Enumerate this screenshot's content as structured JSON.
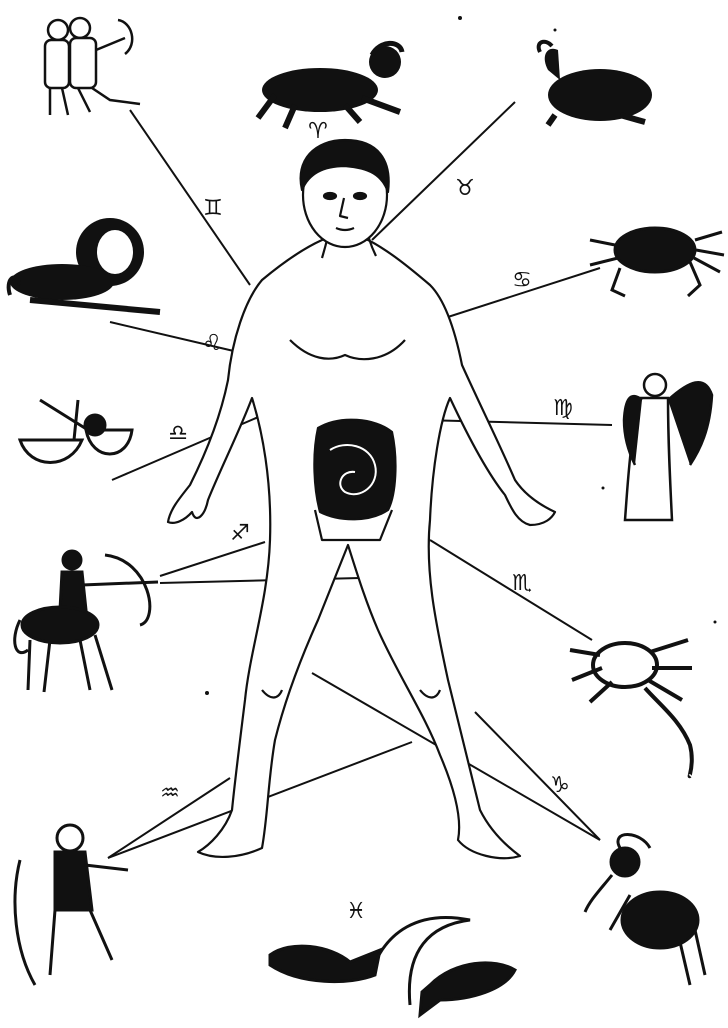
{
  "illustration": {
    "subject": "zodiac-man",
    "ink_color": "#111111",
    "paper_color": "#ffffff",
    "figures": [
      {
        "sign": "aries",
        "icon": "ram-icon",
        "glyph": "♈"
      },
      {
        "sign": "taurus",
        "icon": "bull-icon",
        "glyph": "♉"
      },
      {
        "sign": "gemini",
        "icon": "twins-icon",
        "glyph": "♊"
      },
      {
        "sign": "cancer",
        "icon": "crab-icon",
        "glyph": "♋"
      },
      {
        "sign": "leo",
        "icon": "lion-icon",
        "glyph": "♌"
      },
      {
        "sign": "virgo",
        "icon": "maiden-icon",
        "glyph": "♍"
      },
      {
        "sign": "libra",
        "icon": "scales-icon",
        "glyph": "♎"
      },
      {
        "sign": "scorpio",
        "icon": "scorpion-icon",
        "glyph": "♏"
      },
      {
        "sign": "sagittarius",
        "icon": "archer-icon",
        "glyph": "♐"
      },
      {
        "sign": "capricorn",
        "icon": "goat-icon",
        "glyph": "♑"
      },
      {
        "sign": "aquarius",
        "icon": "water-bearer-icon",
        "glyph": "♒"
      },
      {
        "sign": "pisces",
        "icon": "fishes-icon",
        "glyph": "♓"
      }
    ]
  }
}
